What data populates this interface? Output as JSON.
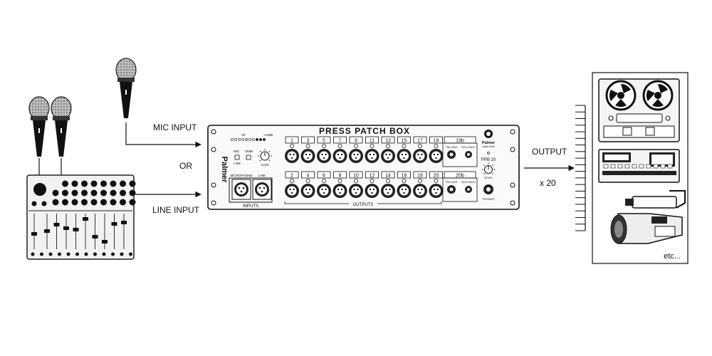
{
  "labels": {
    "mic_input": "MIC INPUT",
    "or": "OR",
    "line_input": "LINE INPUT",
    "output": "OUTPUT",
    "multiplier": "x 20",
    "etc": "etc..."
  },
  "patch_box": {
    "title": "PRESS PATCH BOX",
    "brand_vertical": "Palmer",
    "brand_logo": "Palmer",
    "brand_sub": "audio tools",
    "model": "PPB 20",
    "mic_label": "MICROPHONE",
    "line_label": "LINE",
    "inputs_label": "INPUTS",
    "outputs_label": "OUTPUTS",
    "gain_label": "GAIN",
    "level_label": "LEVEL",
    "phones_label": "PHONES",
    "sw_mic": "MIC",
    "sw_line": "LINE",
    "sw_pad": "-20dB",
    "trs_label": "TRS-JACK",
    "rca_label": "RCA CINCH",
    "meter_top": "-20",
    "meter_clip": "+10dB",
    "top_row": [
      "1",
      "3",
      "5",
      "7",
      "9",
      "11",
      "13",
      "15",
      "17",
      "19"
    ],
    "bottom_row": [
      "2",
      "4",
      "6",
      "8",
      "10",
      "12",
      "14",
      "16",
      "18",
      "20"
    ],
    "top_special": "19b",
    "bottom_special": "20b"
  },
  "icons": {
    "microphone": "microphone-icon",
    "mixer": "mixing-console-icon",
    "reel": "reel-to-reel-recorder-icon",
    "rack_recorder": "rack-recorder-icon",
    "camcorder": "camcorder-icon"
  }
}
